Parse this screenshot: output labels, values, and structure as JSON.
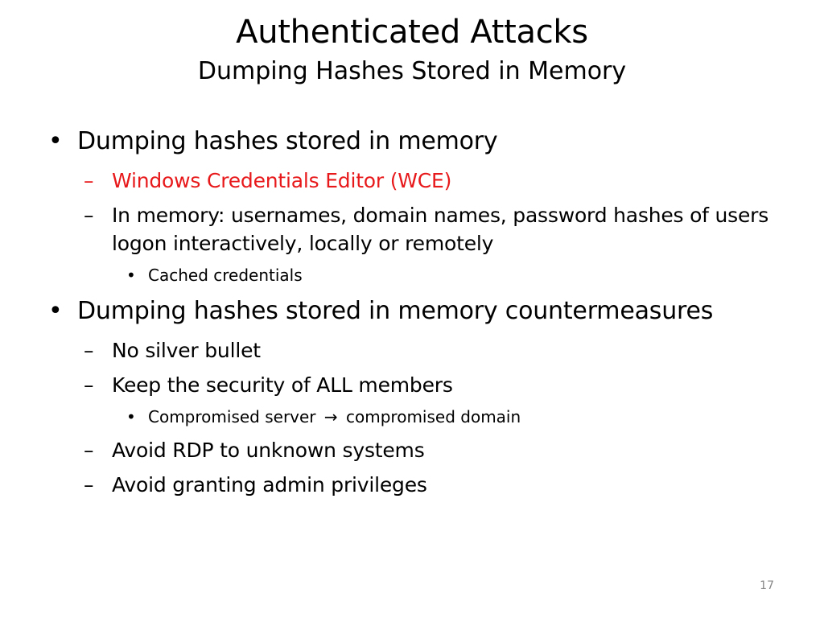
{
  "slide": {
    "title": "Authenticated Attacks",
    "subtitle": "Dumping Hashes Stored in Memory",
    "bullets": [
      {
        "text": "Dumping hashes stored in memory"
      },
      {
        "text": "Windows Credentials Editor (WCE)",
        "color": "#e8191b"
      },
      {
        "text": "In memory: usernames, domain names, password hashes of users logon interactively, locally or remotely"
      },
      {
        "text": "Cached credentials"
      },
      {
        "text": "Dumping hashes stored in memory countermeasures"
      },
      {
        "text": "No silver bullet"
      },
      {
        "text": "Keep the security of ALL members"
      },
      {
        "text_before": "Compromised server",
        "arrow_icon": "right-arrow-icon",
        "text_after": "compromised domain"
      },
      {
        "text": "Avoid RDP to unknown systems"
      },
      {
        "text": "Avoid granting admin privileges"
      }
    ],
    "bullet_glyphs": {
      "level1": "•",
      "level2": "–",
      "level3": "•",
      "arrow": "→"
    },
    "page_number": "17"
  }
}
